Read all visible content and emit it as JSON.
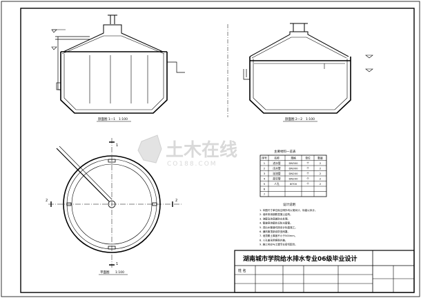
{
  "views": {
    "section_1_title": "剖面图 1—1",
    "section_1_scale": "1:100",
    "section_2_title": "剖面图 2—2",
    "section_2_scale": "1:100",
    "plan_title": "平面图",
    "plan_scale": "1:100",
    "section_mark": "1",
    "section_mark_2": "2"
  },
  "material_table": {
    "title": "主要材料一览表",
    "headers": [
      "序号",
      "名称",
      "规格",
      "单位",
      "数量"
    ],
    "rows": [
      [
        "1",
        "进水管",
        "DN300",
        "个",
        "2"
      ],
      [
        "2",
        "出水管",
        "DN300",
        "个",
        "2"
      ],
      [
        "3",
        "溢流管",
        "DN200",
        "个",
        "2"
      ],
      [
        "4",
        "放空管",
        "DN200",
        "个",
        "2"
      ],
      [
        "5",
        "人孔",
        "Φ700",
        "个",
        "2"
      ],
      [
        "6",
        "",
        "",
        "",
        ""
      ],
      [
        "7",
        "",
        "",
        "",
        ""
      ]
    ]
  },
  "notes": {
    "title": "设计说明",
    "lines": [
      "1. 本图尺寸单位除注明外均以毫米计，标高以米计。",
      "2. 池体采用钢筋混凝土结构。",
      "3. 池壁及池底做防水处理。",
      "4. 管道穿池壁处设防水套管。",
      "5. 进出水管道均按设计标高施工。",
      "6. 通风管顶部设防虫网罩。",
      "7. 池顶覆土厚度不小于500mm。",
      "8. 人孔盖采用铸铁井盖。",
      "9. 施工时应与土建专业密切配合。"
    ]
  },
  "title_block": {
    "project_title": "湖南城市学院给水排水专业06级毕业设计",
    "name_label": "姓 名"
  },
  "watermark": {
    "cn": "土木在线",
    "en": "CO188.COM"
  }
}
